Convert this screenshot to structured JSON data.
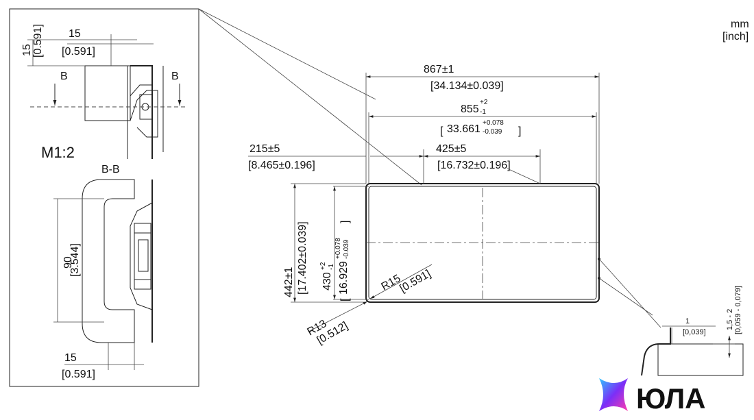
{
  "units": {
    "line1": "mm",
    "line2": "[inch]"
  },
  "detail": {
    "scale": "M1:2",
    "section_label": "B-B",
    "cut_label_left": "B",
    "cut_label_right": "B",
    "dim_top_vert": {
      "mm": "15",
      "inch": "[0.591]"
    },
    "dim_top_horiz": {
      "mm": "15",
      "inch": "[0.591]"
    },
    "dim_height": {
      "mm": "90",
      "inch": "[3.544]"
    },
    "dim_bottom": {
      "mm": "15",
      "inch": "[0.591]"
    }
  },
  "panel": {
    "overall_width": {
      "mm": "867",
      "tol": "1",
      "inch": "34.134",
      "inch_tol": "0.039"
    },
    "cutout_width": {
      "mm": "855",
      "sup": "+2",
      "sub": "-1",
      "inch": "33.661",
      "inch_sup": "+0.078",
      "inch_sub": "-0.039"
    },
    "offset": {
      "mm": "215",
      "tol": "5",
      "inch": "8.465",
      "inch_tol": "0.196"
    },
    "half_width": {
      "mm": "425",
      "tol": "5",
      "inch": "16.732",
      "inch_tol": "0.196"
    },
    "overall_height": {
      "mm": "442",
      "tol": "1",
      "inch": "17.402",
      "inch_tol": "0.039"
    },
    "cutout_height": {
      "mm": "430",
      "sup": "+2",
      "sub": "-1",
      "inch": "16.929",
      "inch_sup": "+0.078",
      "inch_sub": "-0.039"
    },
    "radius_inner": {
      "label": "R15",
      "inch": "[0.591]"
    },
    "radius_outer": {
      "label": "R13",
      "inch": "[0.512]"
    }
  },
  "edge_detail": {
    "gap": {
      "mm": "1",
      "inch": "[0,039]"
    },
    "thickness": {
      "mm": "1,5 - 2",
      "inch": "[0,059 - 0,079]"
    }
  },
  "logo": {
    "text": "ЮЛА",
    "colors": [
      "#7b2ff7",
      "#2ec5ff",
      "#ff3cac"
    ]
  },
  "pm": "±"
}
